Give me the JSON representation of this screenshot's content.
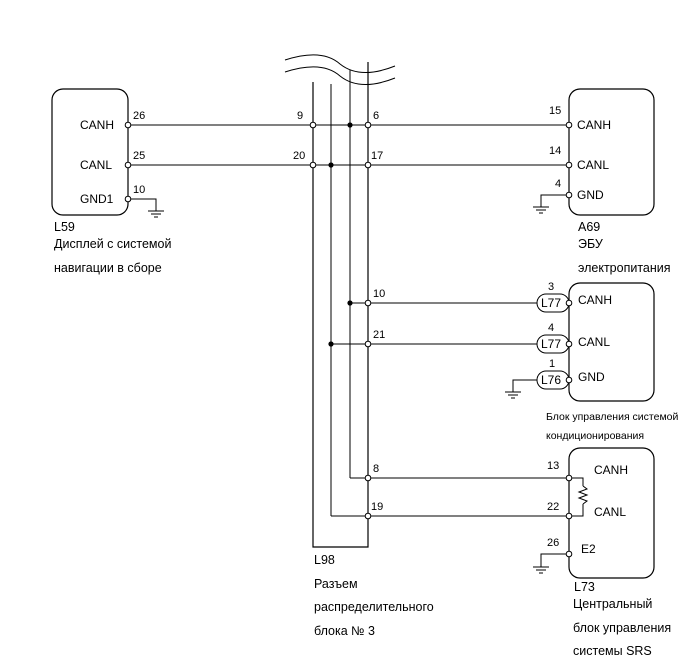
{
  "l59": {
    "id": "L59",
    "name_line1": "Дисплей с системой",
    "name_line2": "навигации в сборе",
    "pins": [
      {
        "num": "26",
        "signal": "CANH"
      },
      {
        "num": "25",
        "signal": "CANL"
      },
      {
        "num": "10",
        "signal": "GND1"
      }
    ]
  },
  "l98": {
    "id": "L98",
    "name_line1": "Разъем",
    "name_line2": "распределительного",
    "name_line3": "блока № 3",
    "pins": [
      "9",
      "20",
      "6",
      "17",
      "10",
      "21",
      "8",
      "19"
    ]
  },
  "a69": {
    "id": "A69",
    "name_line1": "ЭБУ",
    "name_line2": "электропитания",
    "pins": [
      {
        "num": "15",
        "signal": "CANH"
      },
      {
        "num": "14",
        "signal": "CANL"
      },
      {
        "num": "4",
        "signal": "GND"
      }
    ]
  },
  "ac": {
    "name_line1": "Блок управления системой",
    "name_line2": "кондиционирования",
    "pins": [
      {
        "num": "3",
        "connector": "L77",
        "signal": "CANH"
      },
      {
        "num": "4",
        "connector": "L77",
        "signal": "CANL"
      },
      {
        "num": "1",
        "connector": "L76",
        "signal": "GND"
      }
    ]
  },
  "l73": {
    "id": "L73",
    "name_line1": "Центральный",
    "name_line2": "блок управления",
    "name_line3": "системы SRS",
    "pins": [
      {
        "num": "13",
        "signal": "CANH"
      },
      {
        "num": "22",
        "signal": "CANL"
      },
      {
        "num": "26",
        "signal": "E2"
      }
    ]
  }
}
